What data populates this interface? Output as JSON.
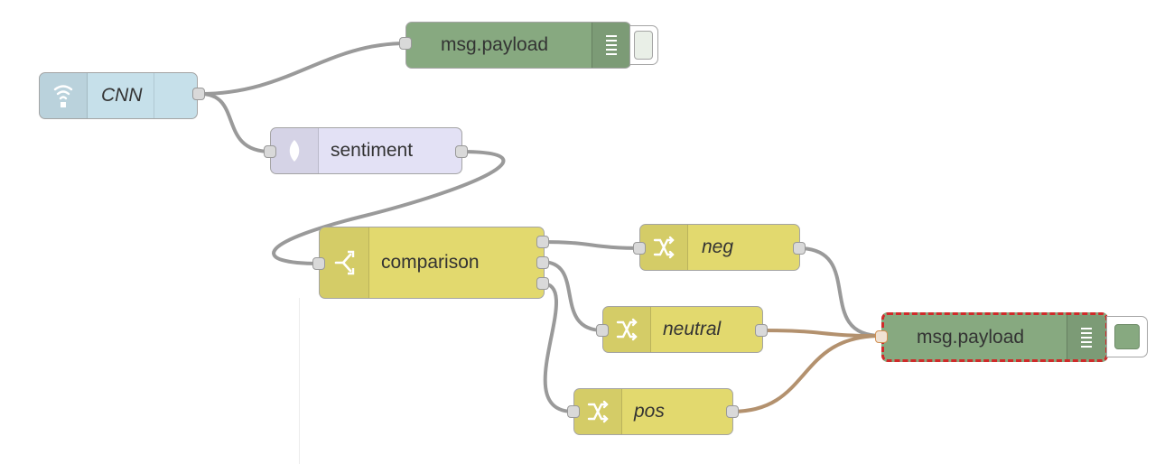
{
  "nodes": {
    "cnn": {
      "label": "CNN",
      "type": "rss-feed",
      "color": "#c6e0ea"
    },
    "debug_top": {
      "label": "msg.payload",
      "type": "debug",
      "color": "#87a980",
      "active": false
    },
    "sentiment": {
      "label": "sentiment",
      "type": "sentiment",
      "color": "#e3e1f5"
    },
    "comparison": {
      "label": "comparison",
      "type": "switch",
      "color": "#e2d96e"
    },
    "neg": {
      "label": "neg",
      "type": "change",
      "color": "#e2d96e"
    },
    "neutral": {
      "label": "neutral",
      "type": "change",
      "color": "#e2d96e"
    },
    "pos": {
      "label": "pos",
      "type": "change",
      "color": "#e2d96e"
    },
    "debug_bottom": {
      "label": "msg.payload",
      "type": "debug",
      "color": "#87a980",
      "active": true,
      "selected": true
    }
  },
  "connections": [
    [
      "cnn",
      "debug_top"
    ],
    [
      "cnn",
      "sentiment"
    ],
    [
      "sentiment",
      "comparison"
    ],
    [
      "comparison",
      "neg"
    ],
    [
      "comparison",
      "neutral"
    ],
    [
      "comparison",
      "pos"
    ],
    [
      "neg",
      "debug_bottom"
    ],
    [
      "neutral",
      "debug_bottom"
    ],
    [
      "pos",
      "debug_bottom"
    ]
  ],
  "icons": {
    "cnn": "rss-icon",
    "sentiment": "sentiment-icon",
    "comparison": "switch-icon",
    "change": "shuffle-icon",
    "debug": "debug-list-icon"
  }
}
